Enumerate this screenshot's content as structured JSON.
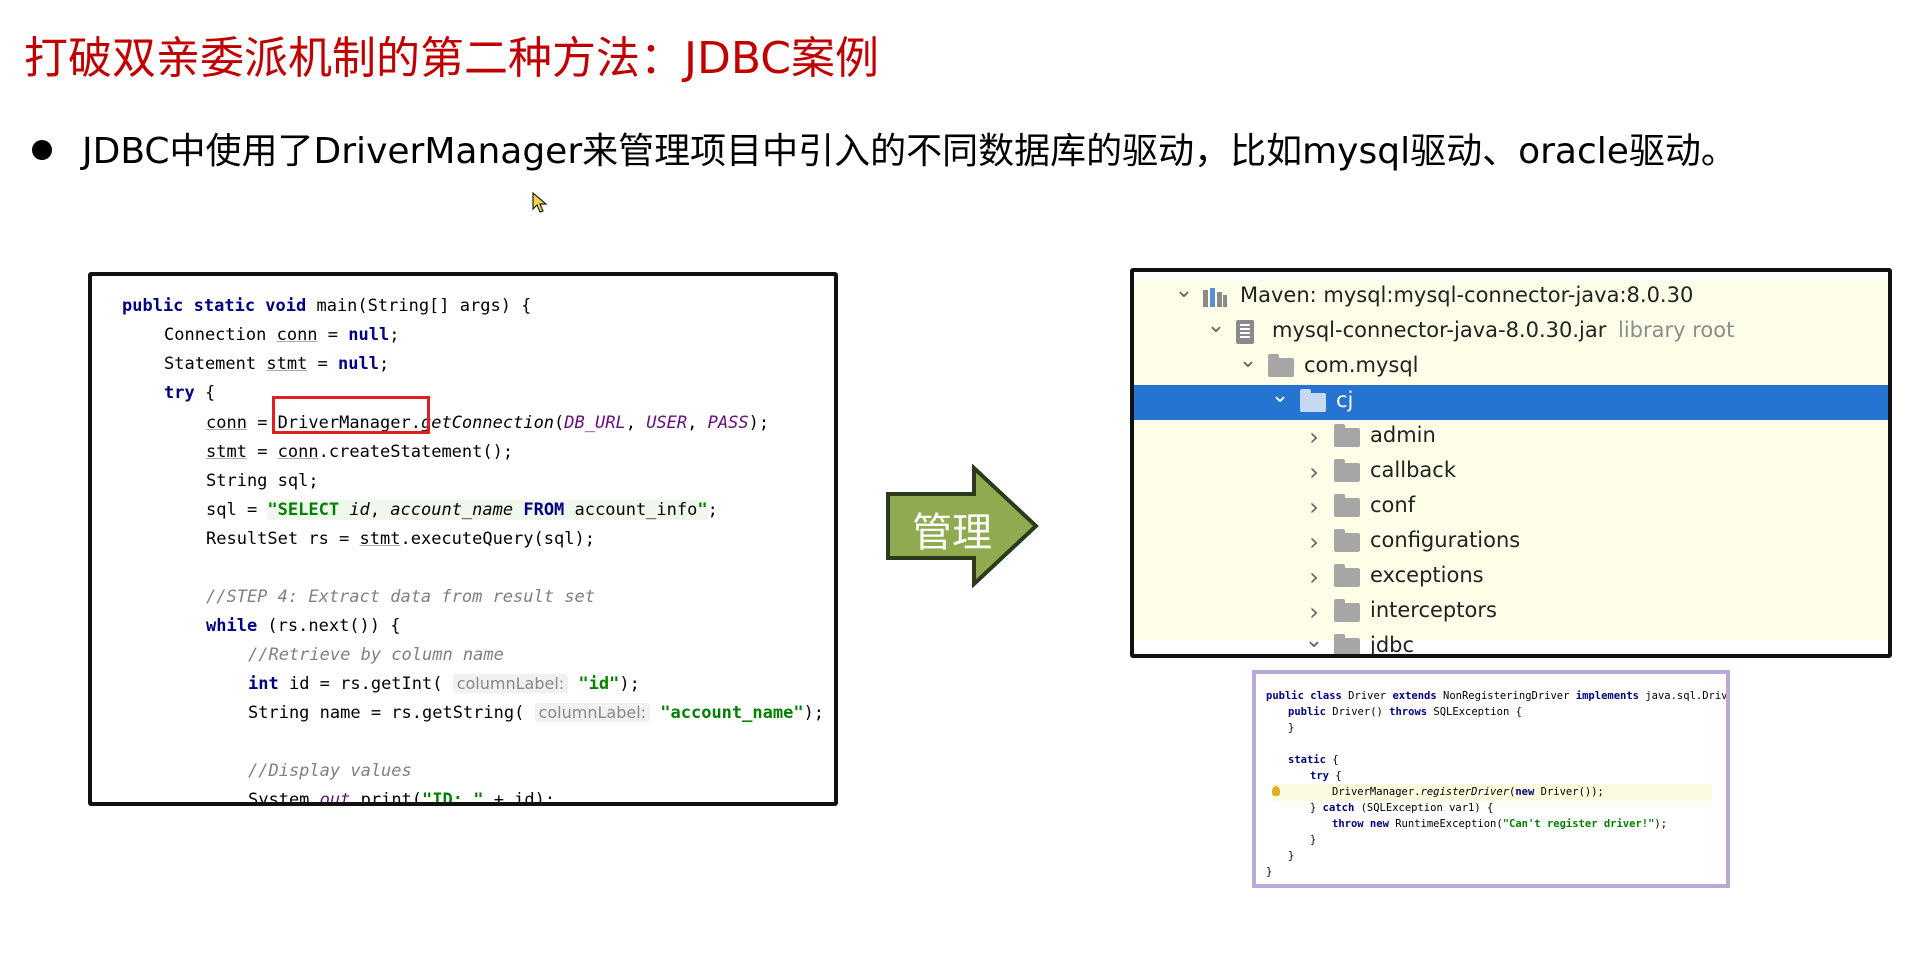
{
  "slide": {
    "title": "打破双亲委派机制的第二种方法：JDBC案例",
    "bullet": "JDBC中使用了DriverManager来管理项目中引入的不同数据库的驱动，比如mysql驱动、oracle驱动。"
  },
  "code": {
    "l1_kw": "public static void",
    "l1_rest": " main(String[] args) {",
    "l2_type": "Connection ",
    "l2_var": "conn",
    "l2_eq": " = ",
    "l2_null": "null",
    "l2_end": ";",
    "l3_type": "Statement ",
    "l3_var": "stmt",
    "l3_eq": " = ",
    "l3_null": "null",
    "l3_end": ";",
    "l4_try": "try",
    "l4_rest": " {",
    "l5_var": "conn",
    "l5_eq": " = ",
    "l5_dm": "DriverManager",
    "l5_dot": ".",
    "l5_method": "getConnection",
    "l5_open": "(",
    "l5_a1": "DB_URL",
    "l5_c1": ", ",
    "l5_a2": "USER",
    "l5_c2": ", ",
    "l5_a3": "PASS",
    "l5_close": ");",
    "l6_var": "stmt",
    "l6_eq": " = ",
    "l6_obj": "conn",
    "l6_rest": ".createStatement();",
    "l7": "String sql;",
    "l8_pre": "sql = ",
    "l8_q1": "\"SELECT ",
    "l8_f1": "id",
    "l8_c1": ", ",
    "l8_f2": "account_name",
    "l8_from": " FROM ",
    "l8_tbl": "account_info",
    "l8_q2": "\"",
    "l8_end": ";",
    "l9_pre": "ResultSet rs = ",
    "l9_obj": "stmt",
    "l9_rest": ".executeQuery(sql);",
    "l11": "//STEP 4: Extract data from result set",
    "l12_kw": "while",
    "l12_rest": " (rs.next()) {",
    "l13": "//Retrieve by column name",
    "l14_kw": "int",
    "l14_pre": " id = rs.getInt( ",
    "l14_hint": "columnLabel:",
    "l14_str": " \"id\"",
    "l14_end": ");",
    "l15_pre": "String name = rs.getString( ",
    "l15_hint": "columnLabel:",
    "l15_str": " \"account_name\"",
    "l15_end": ");",
    "l17": "//Display values",
    "l18_pre": "System.",
    "l18_out": "out",
    "l18_mid": ".print(",
    "l18_str": "\"ID: \"",
    "l18_end": " + id);"
  },
  "arrow": {
    "label": "管理",
    "fill": "#8faa4f",
    "stroke": "#2a3a1a"
  },
  "tree": {
    "rows": [
      {
        "label": "Maven: mysql:mysql-connector-java:8.0.30",
        "icon": "library-icon",
        "chevron": "down"
      },
      {
        "label": "mysql-connector-java-8.0.30.jar",
        "suffix": "library root",
        "icon": "jar-icon",
        "chevron": "down"
      },
      {
        "label": "com.mysql",
        "icon": "folder-icon",
        "chevron": "down"
      },
      {
        "label": "cj",
        "icon": "folder-icon",
        "chevron": "down",
        "selected": true
      },
      {
        "label": "admin",
        "icon": "folder-icon",
        "chevron": "right"
      },
      {
        "label": "callback",
        "icon": "folder-icon",
        "chevron": "right"
      },
      {
        "label": "conf",
        "icon": "folder-icon",
        "chevron": "right"
      },
      {
        "label": "configurations",
        "icon": "folder-icon",
        "chevron": "right"
      },
      {
        "label": "exceptions",
        "icon": "folder-icon",
        "chevron": "right"
      },
      {
        "label": "interceptors",
        "icon": "folder-icon",
        "chevron": "right"
      },
      {
        "label": "jdbc",
        "icon": "folder-icon",
        "chevron": "down"
      }
    ],
    "selection_color": "#2574d1",
    "background": "#fdfde8"
  },
  "driver_snippet": {
    "s1_kw1": "public class",
    "s1_name": " Driver ",
    "s1_kw2": "extends",
    "s1_mid": " NonRegisteringDriver ",
    "s1_kw3": "implements",
    "s1_end": " java.sql.Driver {",
    "s2_kw": "public",
    "s2_mid": " Driver() ",
    "s2_kw2": "throws",
    "s2_end": " SQLException {",
    "s3": "}",
    "s5_kw": "static",
    "s5_end": " {",
    "s6_kw": "try",
    "s6_end": " {",
    "s7_pre": "DriverManager.",
    "s7_method": "registerDriver",
    "s7_open": "(",
    "s7_kw": "new",
    "s7_end": " Driver());",
    "s8_pre": "} ",
    "s8_kw": "catch",
    "s8_end": " (SQLException var1) {",
    "s9_kw": "throw new",
    "s9_mid": " RuntimeException(",
    "s9_str": "\"Can't register driver!\"",
    "s9_end": ");",
    "s10": "}",
    "s11": "}",
    "s12": "}"
  }
}
